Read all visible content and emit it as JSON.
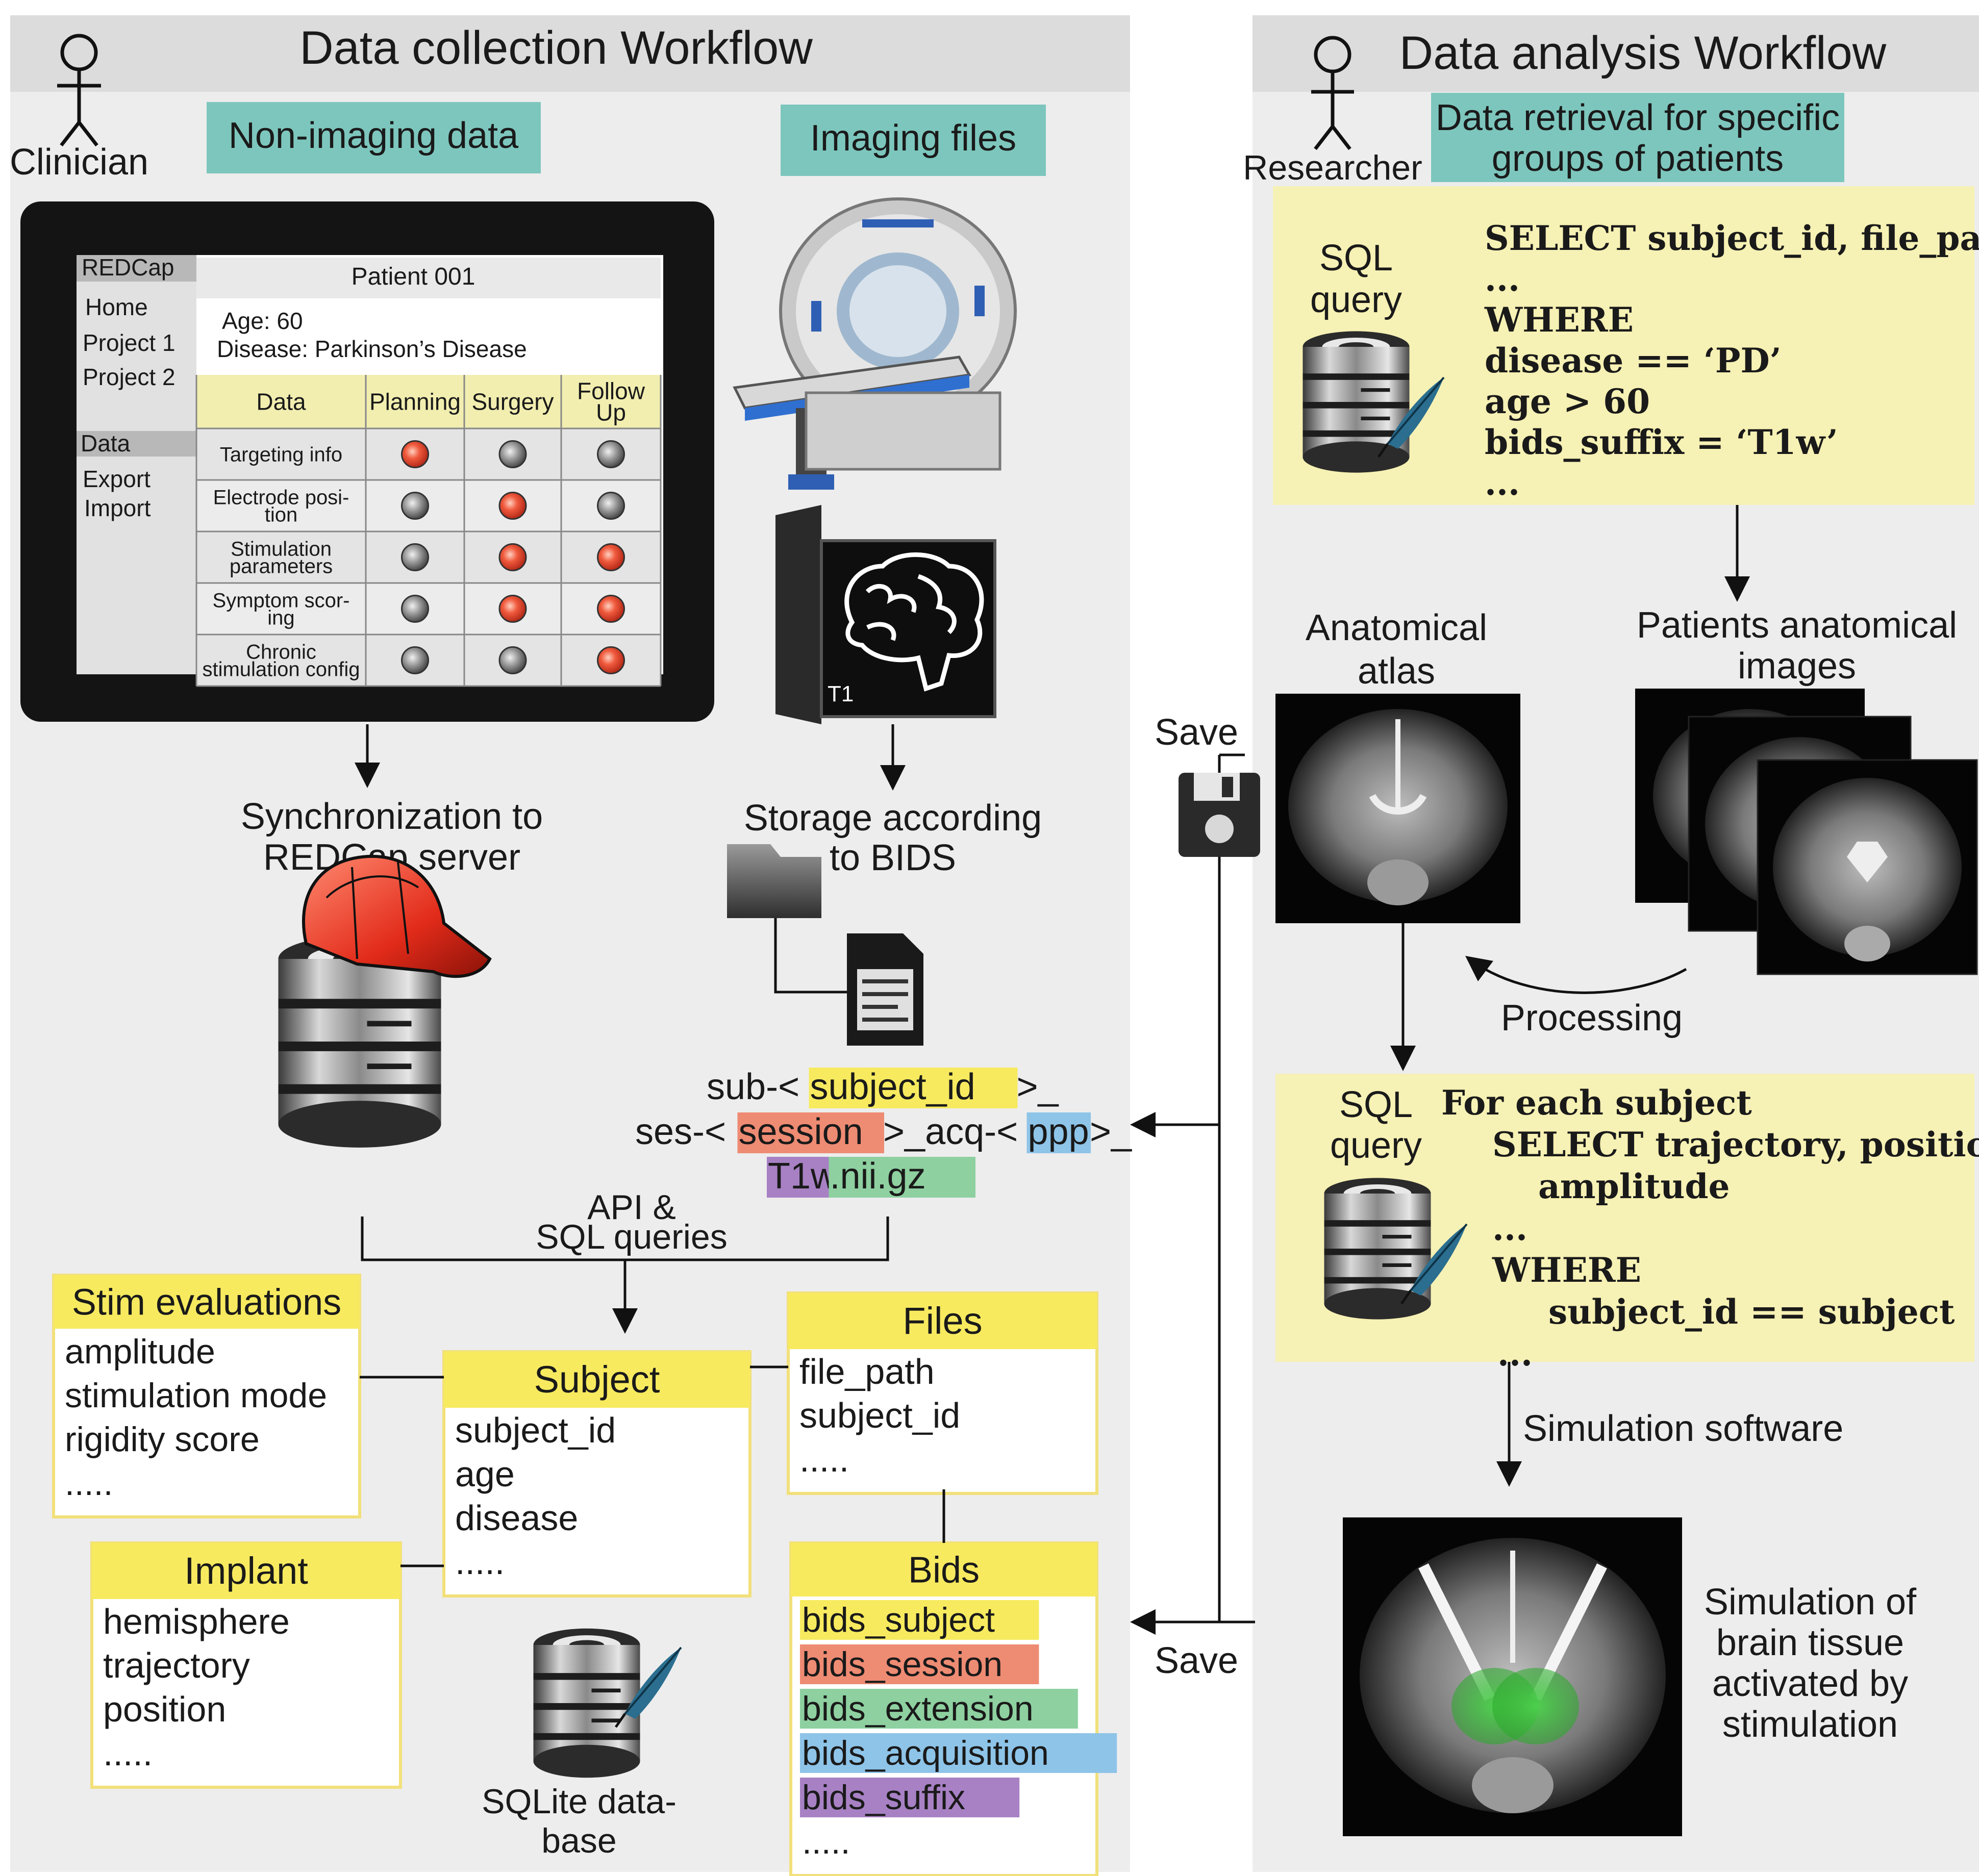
{
  "left_panel": {
    "title": "Data collection Workflow",
    "actor_label": "Clinician",
    "non_imaging_label": "Non-imaging data",
    "imaging_label": "Imaging files"
  },
  "right_panel": {
    "title": "Data analysis Workflow",
    "actor_label": "Researcher",
    "retrieval_label": [
      "Data retrieval for specific",
      "groups of patients"
    ]
  },
  "redcap_screen": {
    "brand": "REDCap",
    "nav_top": [
      "Home",
      "Project 1",
      "Project 2"
    ],
    "nav_section": "Data",
    "nav_bottom": [
      "Export",
      "Import"
    ],
    "patient_title": "Patient 001",
    "patient_info": [
      "Age: 60",
      "Disease: Parkinson’s Disease"
    ],
    "table_headers": [
      [
        "Data"
      ],
      [
        "Planning"
      ],
      [
        "Surgery"
      ],
      [
        "Follow",
        "Up"
      ]
    ],
    "table_rows": [
      {
        "label": [
          "Targeting info"
        ],
        "status": [
          "active",
          "inactive",
          "inactive"
        ]
      },
      {
        "label": [
          "Electrode posi-",
          "tion"
        ],
        "status": [
          "inactive",
          "active",
          "inactive"
        ]
      },
      {
        "label": [
          "Stimulation",
          "parameters"
        ],
        "status": [
          "inactive",
          "active",
          "active"
        ]
      },
      {
        "label": [
          "Symptom scor-",
          "ing"
        ],
        "status": [
          "inactive",
          "active",
          "active"
        ]
      },
      {
        "label": [
          "Chronic",
          "stimulation config"
        ],
        "status": [
          "inactive",
          "inactive",
          "active"
        ]
      }
    ]
  },
  "mri_screen_label": "T1",
  "sync_label": [
    "Synchronization to",
    "REDCap server"
  ],
  "bids_storage_label": [
    "Storage according",
    "to BIDS"
  ],
  "bids_filename": {
    "line1": [
      {
        "text": "sub-<",
        "hl": "none"
      },
      {
        "text": "subject_id",
        "hl": "yellow"
      },
      {
        "text": ">_",
        "hl": "none"
      }
    ],
    "line2": [
      {
        "text": "ses-<",
        "hl": "none"
      },
      {
        "text": "session",
        "hl": "salmon"
      },
      {
        "text": ">_acq-<",
        "hl": "none"
      },
      {
        "text": "ppp",
        "hl": "blue"
      },
      {
        "text": ">_",
        "hl": "none"
      }
    ],
    "line3": [
      {
        "text": "T1w",
        "hl": "purple"
      },
      {
        "text": ".nii.gz",
        "hl": "green"
      }
    ]
  },
  "api_label": [
    "API &",
    "SQL queries"
  ],
  "db_tables": {
    "stim_evaluations": {
      "title": "Stim evaluations",
      "fields": [
        "amplitude",
        "stimulation mode",
        "rigidity score",
        "....."
      ]
    },
    "subject": {
      "title": "Subject",
      "fields": [
        "subject_id",
        "age",
        "disease",
        "....."
      ]
    },
    "files": {
      "title": "Files",
      "fields": [
        "file_path",
        "subject_id",
        "....."
      ]
    },
    "implant": {
      "title": "Implant",
      "fields": [
        "hemisphere",
        "trajectory",
        "position",
        "....."
      ]
    },
    "bids": {
      "title": "Bids",
      "fields": [
        {
          "text": "bids_subject",
          "hl": "yellow"
        },
        {
          "text": "bids_session",
          "hl": "salmon"
        },
        {
          "text": "bids_extension",
          "hl": "green"
        },
        {
          "text": "bids_acquisition",
          "hl": "blue"
        },
        {
          "text": "bids_suffix",
          "hl": "purple"
        },
        {
          "text": ".....",
          "hl": "none"
        }
      ]
    }
  },
  "sqlite_label": [
    "SQLite data-",
    "base"
  ],
  "sql_query_1": {
    "label": [
      "SQL",
      "query"
    ],
    "code": [
      "SELECT subject_id, file_path",
      "...",
      "WHERE",
      "disease == ‘PD’",
      "age > 60",
      "bids_suffix = ‘T1w’",
      "..."
    ]
  },
  "anatomical_atlas_label": [
    "Anatomical",
    "atlas"
  ],
  "patients_images_label": [
    "Patients anatomical",
    "images"
  ],
  "processing_label": "Processing",
  "save_label_top": "Save",
  "save_label_bottom": "Save",
  "sql_query_2": {
    "label": [
      "SQL",
      "query"
    ],
    "code": [
      "For each subject",
      "SELECT trajectory, position,",
      "amplitude",
      "...",
      "WHERE",
      "subject_id == subject",
      "..."
    ]
  },
  "simulation_software_label": "Simulation software",
  "simulation_result_label": [
    "Simulation of",
    "brain tissue",
    "activated by",
    "stimulation"
  ],
  "colors": {
    "panel_bg": "#ededed",
    "teal_label": "#7dc6bd",
    "yellow_box": "#f6f1b4",
    "hl_yellow": "#f7ea5f",
    "hl_salmon": "#ee8b73",
    "hl_blue": "#8ec4e8",
    "hl_purple": "#a781c4",
    "hl_green": "#8ed0a0",
    "active_dot": "#e8432f"
  }
}
